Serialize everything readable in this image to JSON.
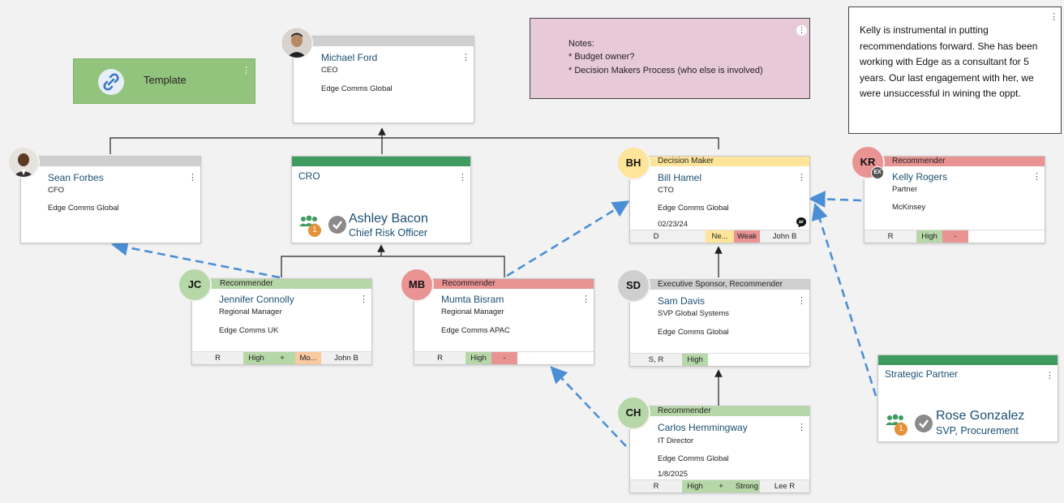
{
  "template": {
    "label": "Template",
    "link_icon": "link-icon"
  },
  "notes": {
    "heading": "Notes:",
    "line1": "* Budget owner?",
    "line2": "* Decision Makers Process (who else is involved)"
  },
  "comment": {
    "text": "Kelly is instrumental in putting recommendations forward. She has been working with Edge as a consultant for 5 years. Our last engagement with her, we were unsuccessful in wining the oppt."
  },
  "cards": {
    "michael": {
      "name": "Michael Ford",
      "title": "CEO",
      "org": "Edge Comms Global"
    },
    "sean": {
      "name": "Sean Forbes",
      "title": "CFO",
      "org": "Edge Comms Global"
    },
    "cro": {
      "role": "CRO",
      "name": "Ashley Bacon",
      "title": "Chief Risk Officer",
      "badge": "1"
    },
    "bill": {
      "initials": "BH",
      "role": "Decision Maker",
      "name": "Bill Hamel",
      "title": "CTO",
      "org": "Edge Comms Global",
      "date": "02/23/24",
      "m1": "D",
      "m2": "Ne...",
      "m3": "Weak",
      "m4": "John B"
    },
    "kelly": {
      "initials": "KR",
      "badge": "EX",
      "role": "Recommender",
      "name": "Kelly Rogers",
      "title": "Partner",
      "org": "McKinsey",
      "m1": "R",
      "m2": "High",
      "m3": "-"
    },
    "jennifer": {
      "initials": "JC",
      "role": "Recommender",
      "name": "Jennifer Connolly",
      "title": "Regional Manager",
      "org": "Edge Comms UK",
      "m1": "R",
      "m2": "High",
      "m3": "+",
      "m4": "Mo...",
      "m5": "John B"
    },
    "mumta": {
      "initials": "MB",
      "role": "Recommender",
      "name": "Mumta Bisram",
      "title": "Regional Manager",
      "org": "Edge Comms APAC",
      "m1": "R",
      "m2": "High",
      "m3": "-"
    },
    "sam": {
      "initials": "SD",
      "role": "Executive Sponsor, Recommender",
      "name": "Sam Davis",
      "title": "SVP Global Systems",
      "org": "Edge Comms Global",
      "m1": "S, R",
      "m2": "High"
    },
    "carlos": {
      "initials": "CH",
      "role": "Recommender",
      "name": "Carlos Hemmingway",
      "title": "IT Director",
      "org": "Edge Comms Global",
      "date": "1/8/2025",
      "m1": "R",
      "m2": "High",
      "m3": "+",
      "m4": "Strong",
      "m5": "Lee R"
    },
    "rose": {
      "role": "Strategic Partner",
      "name": "Rose Gonzalez",
      "title": "SVP, Procurement",
      "badge": "1"
    }
  },
  "colors": {
    "connector": "#222222",
    "influence": "#4a8fd6",
    "note_bg": "#e8c9d8",
    "template_bg": "#93c47d"
  }
}
